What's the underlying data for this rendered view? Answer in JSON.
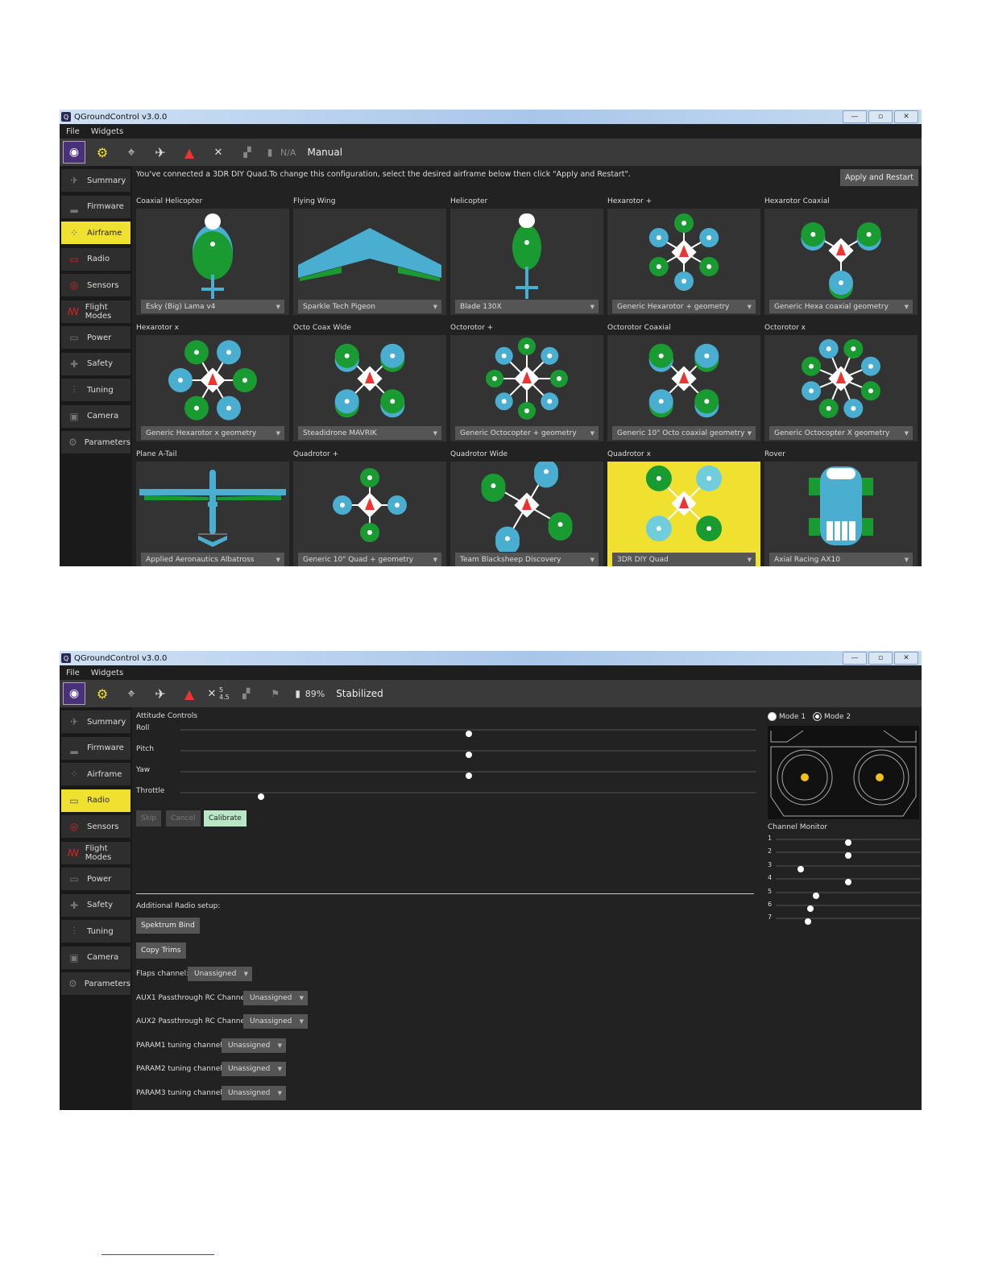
{
  "window": {
    "title": "QGroundControl v3.0.0",
    "minimize": "—",
    "maximize": "▫",
    "close": "✕"
  },
  "menu": [
    "File",
    "Widgets"
  ],
  "sidebar": [
    "Summary",
    "Firmware",
    "Airframe",
    "Radio",
    "Sensors",
    "Flight Modes",
    "Power",
    "Safety",
    "Tuning",
    "Camera",
    "Parameters"
  ],
  "screen1": {
    "toolbar": {
      "battery": "N/A",
      "mode": "Manual"
    },
    "info_text": "You've connected a 3DR DIY Quad.To change this configuration, select the desired airframe below then click \"Apply and Restart\".",
    "apply_button": "Apply and Restart",
    "airframes": [
      {
        "label": "Coaxial Helicopter",
        "selection": "Esky (Big) Lama v4",
        "icon": "coaxial-helicopter-icon"
      },
      {
        "label": "Flying Wing",
        "selection": "Sparkle Tech Pigeon",
        "icon": "flying-wing-icon"
      },
      {
        "label": "Helicopter",
        "selection": "Blade 130X",
        "icon": "helicopter-icon"
      },
      {
        "label": "Hexarotor +",
        "selection": "Generic Hexarotor + geometry",
        "icon": "hexarotor-plus-icon"
      },
      {
        "label": "Hexarotor Coaxial",
        "selection": "Generic Hexa coaxial geometry",
        "icon": "hexarotor-coaxial-icon"
      },
      {
        "label": "Hexarotor x",
        "selection": "Generic Hexarotor x geometry",
        "icon": "hexarotor-x-icon"
      },
      {
        "label": "Octo Coax Wide",
        "selection": "Steadidrone MAVRIK",
        "icon": "octo-coax-wide-icon"
      },
      {
        "label": "Octorotor +",
        "selection": "Generic Octocopter + geometry",
        "icon": "octorotor-plus-icon"
      },
      {
        "label": "Octorotor Coaxial",
        "selection": "Generic 10\" Octo coaxial geometry",
        "icon": "octorotor-coaxial-icon"
      },
      {
        "label": "Octorotor x",
        "selection": "Generic Octocopter X geometry",
        "icon": "octorotor-x-icon"
      },
      {
        "label": "Plane A-Tail",
        "selection": "Applied Aeronautics Albatross",
        "icon": "plane-a-tail-icon"
      },
      {
        "label": "Quadrotor +",
        "selection": "Generic 10\" Quad + geometry",
        "icon": "quadrotor-plus-icon"
      },
      {
        "label": "Quadrotor Wide",
        "selection": "Team Blacksheep Discovery",
        "icon": "quadrotor-wide-icon"
      },
      {
        "label": "Quadrotor x",
        "selection": "3DR DIY Quad",
        "icon": "quadrotor-x-icon",
        "selected": true
      },
      {
        "label": "Rover",
        "selection": "Axial Racing AX10",
        "icon": "rover-icon"
      }
    ]
  },
  "screen2": {
    "toolbar": {
      "gps_count": "5",
      "gps_hdop": "4.5",
      "battery": "89%",
      "mode": "Stabilized"
    },
    "attitude_title": "Attitude Controls",
    "sliders": [
      {
        "label": "Roll",
        "value": 0.5
      },
      {
        "label": "Pitch",
        "value": 0.5
      },
      {
        "label": "Yaw",
        "value": 0.5
      },
      {
        "label": "Throttle",
        "value": 0.14
      }
    ],
    "buttons": {
      "skip": "Skip",
      "cancel": "Cancel",
      "calibrate": "Calibrate"
    },
    "additional_title": "Additional Radio setup:",
    "spektrum": "Spektrum Bind",
    "copy_trims": "Copy Trims",
    "channels": [
      {
        "label": "Flaps channel:",
        "value": "Unassigned"
      },
      {
        "label": "AUX1 Passthrough RC Channel:",
        "value": "Unassigned"
      },
      {
        "label": "AUX2 Passthrough RC Channel:",
        "value": "Unassigned"
      },
      {
        "label": "PARAM1 tuning channel:",
        "value": "Unassigned"
      },
      {
        "label": "PARAM2 tuning channel:",
        "value": "Unassigned"
      },
      {
        "label": "PARAM3 tuning channel:",
        "value": "Unassigned"
      }
    ],
    "mode1": "Mode 1",
    "mode2": "Mode 2",
    "channel_monitor_title": "Channel Monitor",
    "channel_monitor": [
      {
        "n": "1",
        "value": 0.5
      },
      {
        "n": "2",
        "value": 0.5
      },
      {
        "n": "3",
        "value": 0.17
      },
      {
        "n": "4",
        "value": 0.5
      },
      {
        "n": "5",
        "value": 0.28
      },
      {
        "n": "6",
        "value": 0.24
      },
      {
        "n": "7",
        "value": 0.22
      }
    ]
  }
}
